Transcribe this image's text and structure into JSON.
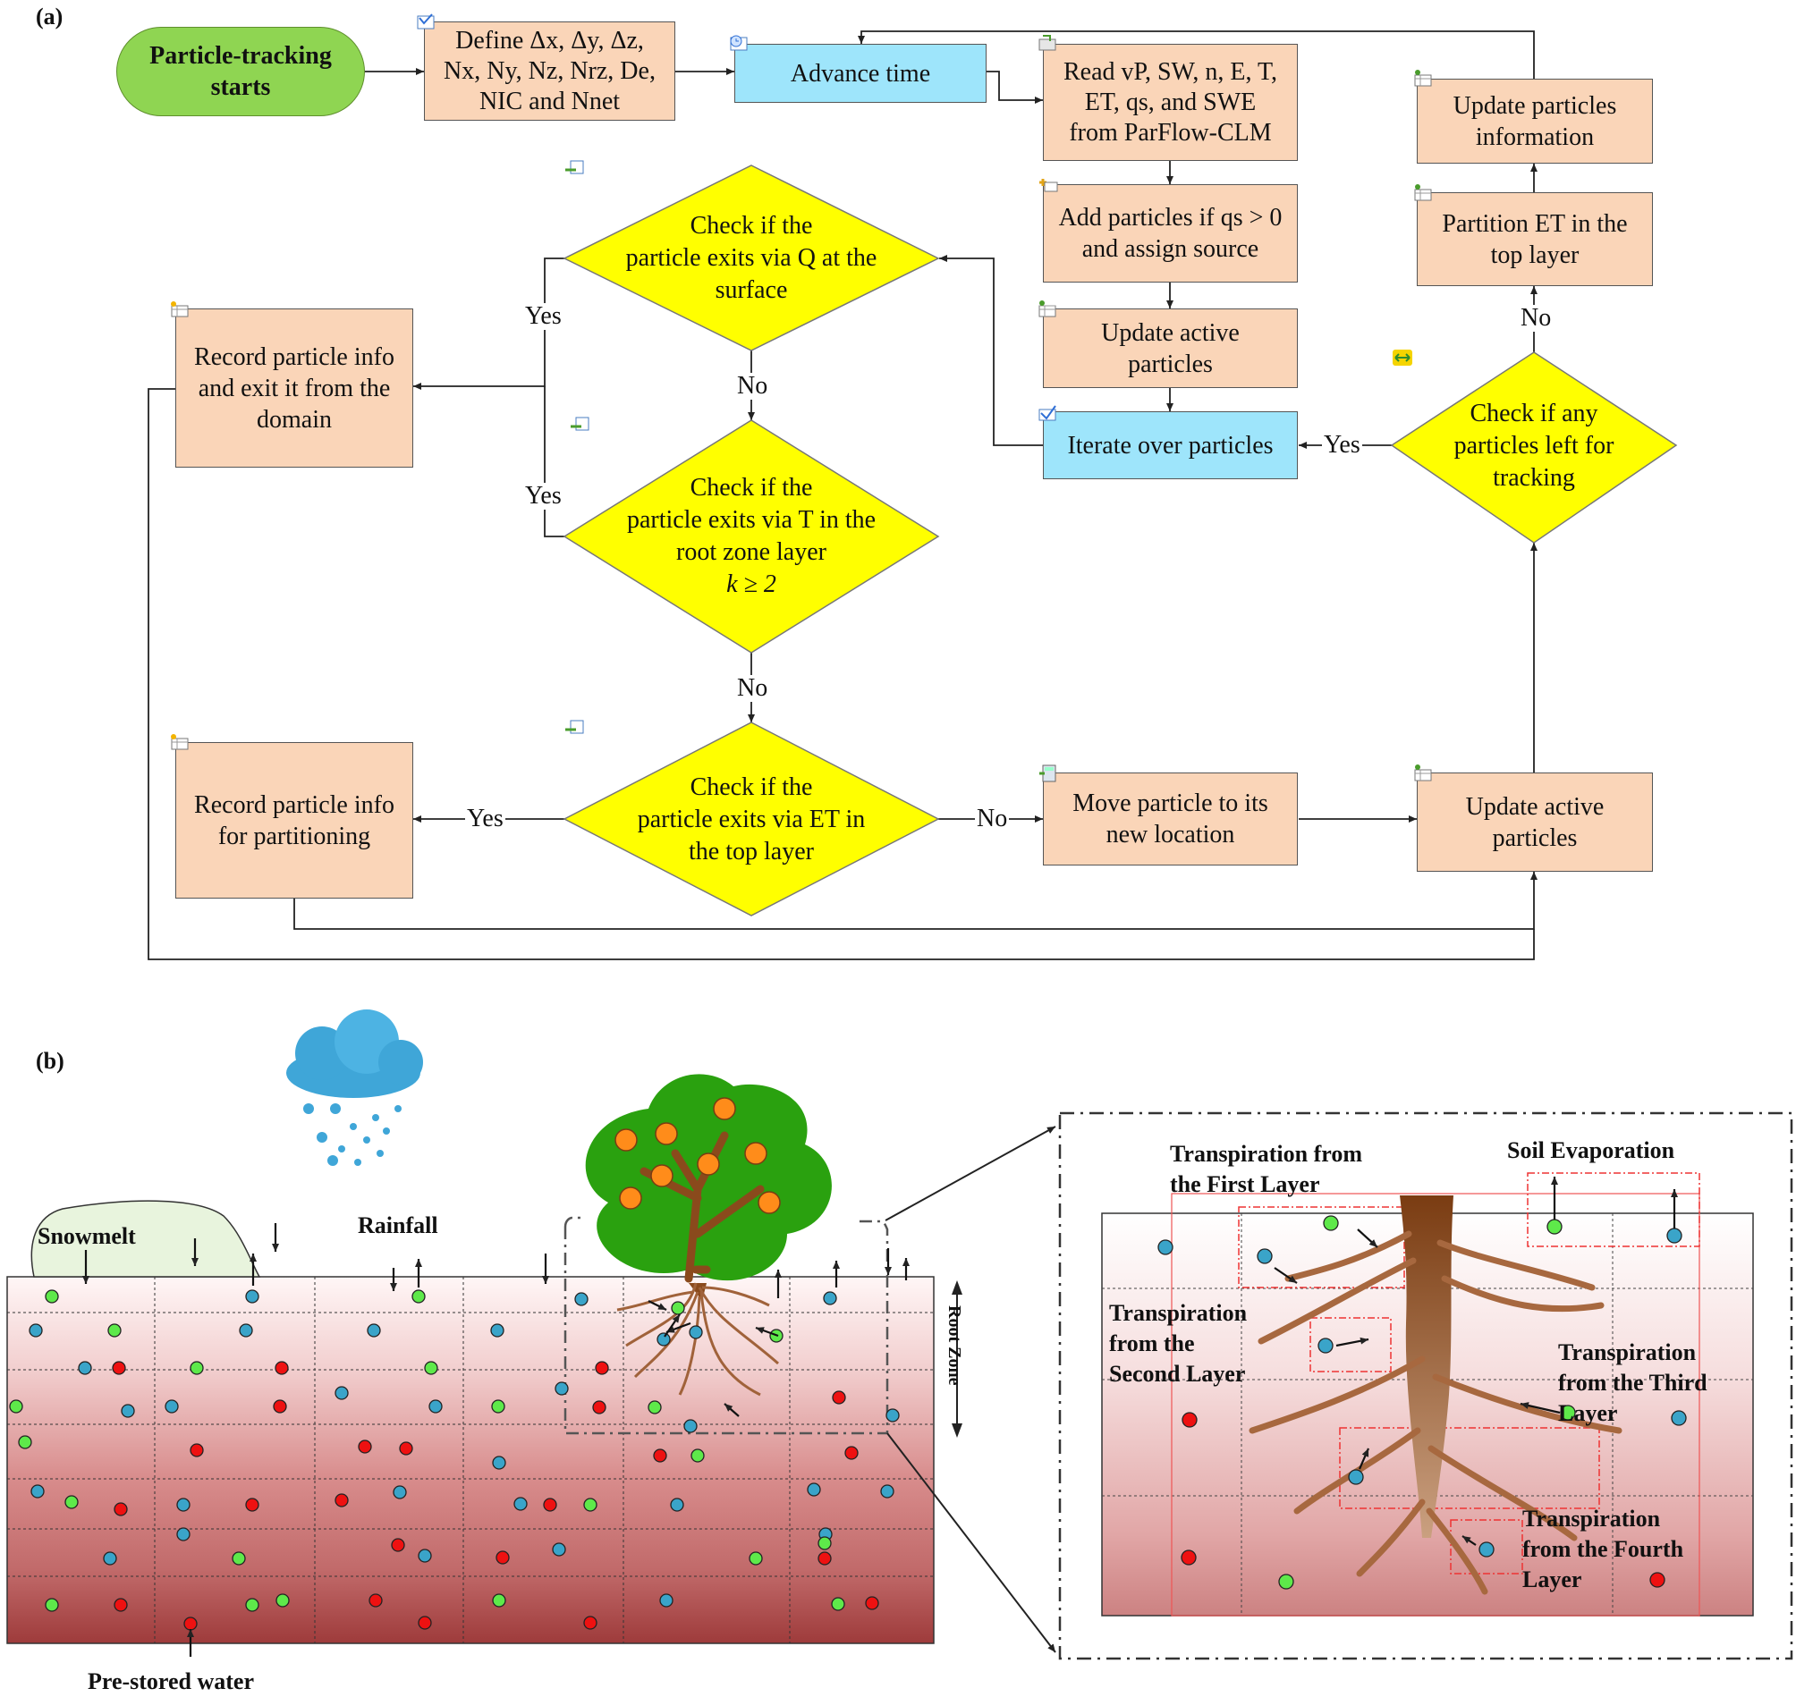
{
  "panel_a": {
    "label": "(a)",
    "start": "Particle-tracking starts",
    "define_lines": [
      "Define Δx, Δy, Δz,",
      "Nx, Ny, Nz, Nrz, De,",
      "NIC and Nnet"
    ],
    "advance_time": "Advance time",
    "read_lines": [
      "Read vP, SW, n, E, T,",
      "ET, qs, and SWE",
      "from ParFlow-CLM"
    ],
    "add_particles_lines": [
      "Add particles if qs > 0",
      "and assign source"
    ],
    "update_active_1": "Update active particles",
    "iterate": "Iterate over particles",
    "check_q_lines": [
      "Check if the",
      "particle exits via Q at the",
      "surface"
    ],
    "check_t_lines": [
      "Check if the",
      "particle exits via T in the",
      "root zone layer",
      "k ≥ 2"
    ],
    "check_et_lines": [
      "Check if the",
      "particle exits via ET in",
      "the top layer"
    ],
    "record_exit_lines": [
      "Record particle info",
      "and exit it from the",
      "domain"
    ],
    "record_partition_lines": [
      "Record particle info",
      "for partitioning"
    ],
    "move": "Move particle to its new location",
    "update_active_2": "Update active particles",
    "check_any_lines": [
      "Check if any",
      "particles left for",
      "tracking"
    ],
    "partition_et": "Partition ET in the top layer",
    "update_info": "Update particles information",
    "yes": "Yes",
    "no": "No",
    "colors": {
      "peach": "#fad5b8",
      "cyan": "#9ee5fb",
      "diamond": "#ffff00",
      "start": "#8fd552"
    }
  },
  "panel_b": {
    "label": "(b)",
    "snowmelt": "Snowmelt",
    "rainfall": "Rainfall",
    "prestored": "Pre-stored water",
    "root_zone": "Root Zone",
    "tr_first_lines": [
      "Transpiration from",
      "the First Layer"
    ],
    "soil_evap": "Soil Evaporation",
    "tr_second_lines": [
      "Transpiration",
      "from the",
      "Second Layer"
    ],
    "tr_third_lines": [
      "Transpiration",
      "from the Third",
      "Layer"
    ],
    "tr_fourth_lines": [
      "Transpiration",
      "from the Fourth",
      "Layer"
    ],
    "colors": {
      "green": "#5ee94a",
      "blue": "#3aa4c9",
      "red": "#ee1111",
      "tree": "#2aa10f",
      "trunk": "#8a4a1c"
    }
  }
}
